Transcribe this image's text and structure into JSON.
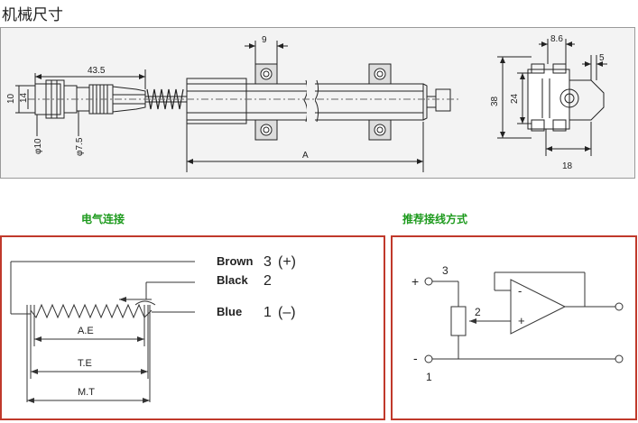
{
  "page_title": "机械尺寸",
  "mech": {
    "dims": {
      "d9": "9",
      "d43_5": "43.5",
      "d10": "10",
      "d14": "14",
      "phi10": "φ10",
      "phi7_5": "φ7.5",
      "dA": "A",
      "d8_6": "8.6",
      "d5": "5",
      "d38": "38",
      "d24": "24",
      "d18": "18"
    }
  },
  "electrical": {
    "heading": "电气连接",
    "pins": [
      {
        "name": "Brown",
        "num": "3",
        "sign": "(+)"
      },
      {
        "name": "Black",
        "num": "2",
        "sign": ""
      },
      {
        "name": "Blue",
        "num": "1",
        "sign": "(–)"
      }
    ],
    "lengths": {
      "ae": "A.E",
      "te": "T.E",
      "mt": "M.T"
    }
  },
  "wiring": {
    "heading": "推荐接线方式",
    "labels": {
      "plus": "+",
      "minus": "-",
      "n3": "3",
      "n2": "2",
      "n1": "1",
      "op_minus": "-",
      "op_plus": "+"
    }
  }
}
